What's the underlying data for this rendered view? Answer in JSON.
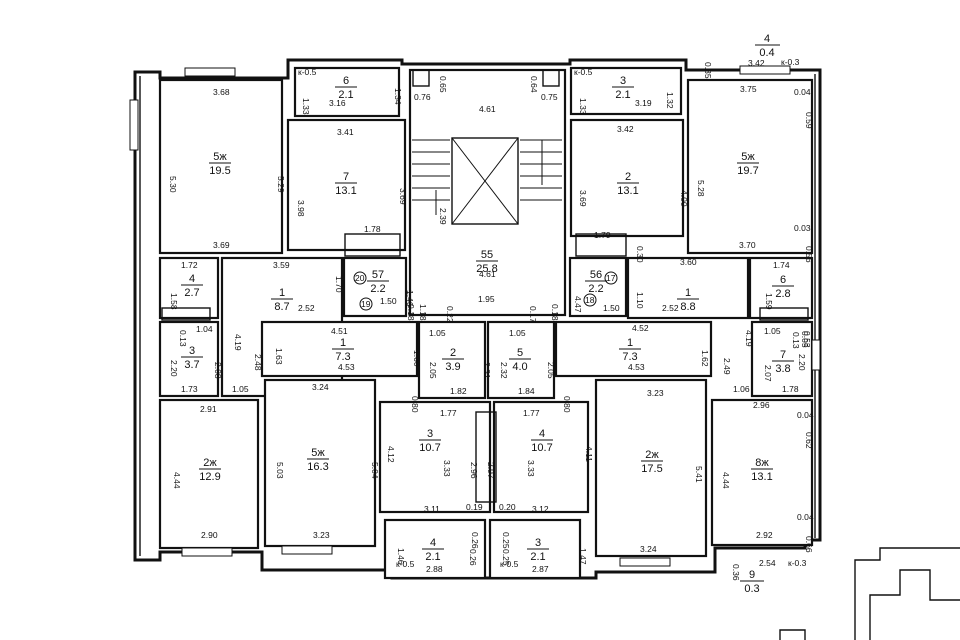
{
  "top_note": {
    "number": "4",
    "area": "0.4"
  },
  "bottom_note": {
    "number": "9",
    "area": "0.3"
  },
  "rooms": [
    {
      "id": "r-5zh-tl",
      "number": "5ж",
      "area": "19.5"
    },
    {
      "id": "r-6-tl",
      "number": "6",
      "area": "2.1"
    },
    {
      "id": "r-7-tl",
      "number": "7",
      "area": "13.1"
    },
    {
      "id": "r-55",
      "number": "55",
      "area": "25.8"
    },
    {
      "id": "r-3-tr",
      "number": "3",
      "area": "2.1"
    },
    {
      "id": "r-2-tr",
      "number": "2",
      "area": "13.1"
    },
    {
      "id": "r-5zh-tr",
      "number": "5ж",
      "area": "19.7"
    },
    {
      "id": "r-57",
      "number": "57",
      "area": "2.2"
    },
    {
      "id": "r-56",
      "number": "56",
      "area": "2.2"
    },
    {
      "id": "r-4-l",
      "number": "4",
      "area": "2.7"
    },
    {
      "id": "r-1-l",
      "number": "1",
      "area": "8.7"
    },
    {
      "id": "r-1-r",
      "number": "1",
      "area": "8.8"
    },
    {
      "id": "r-6-r",
      "number": "6",
      "area": "2.8"
    },
    {
      "id": "r-3-l",
      "number": "3",
      "area": "3.7"
    },
    {
      "id": "r-1-cl",
      "number": "1",
      "area": "7.3"
    },
    {
      "id": "r-2-c",
      "number": "2",
      "area": "3.9"
    },
    {
      "id": "r-5-c",
      "number": "5",
      "area": "4.0"
    },
    {
      "id": "r-1-cr",
      "number": "1",
      "area": "7.3"
    },
    {
      "id": "r-7-r",
      "number": "7",
      "area": "3.8"
    },
    {
      "id": "r-2zh-bl",
      "number": "2ж",
      "area": "12.9"
    },
    {
      "id": "r-5zh-bl",
      "number": "5ж",
      "area": "16.3"
    },
    {
      "id": "r-3-bc",
      "number": "3",
      "area": "10.7"
    },
    {
      "id": "r-4-bc",
      "number": "4",
      "area": "10.7"
    },
    {
      "id": "r-2zh-br",
      "number": "2ж",
      "area": "17.5"
    },
    {
      "id": "r-8zh-br",
      "number": "8ж",
      "area": "13.1"
    },
    {
      "id": "r-4-bal",
      "number": "4",
      "area": "2.1"
    },
    {
      "id": "r-3-bal",
      "number": "3",
      "area": "2.1"
    }
  ],
  "dimensions": {
    "d1": "3.68",
    "d2": "5.30",
    "d3": "5.29",
    "d4": "3.69",
    "d5": "к-0.5",
    "d6": "1.33",
    "d7": "3.16",
    "d8": "1.34",
    "d9": "3.41",
    "d10": "3.98",
    "d11": "3.69",
    "d12": "1.78",
    "d13": "0.65",
    "d14": "0.64",
    "d15": "0.76",
    "d16": "0.75",
    "d17": "4.61",
    "d18": "4.61",
    "d19": "2.39",
    "d20": "к-0.5",
    "d21": "1.33",
    "d22": "3.19",
    "d23": "1.32",
    "d24": "3.42",
    "d25": "3.69",
    "d26": "4.00",
    "d27": "1.79",
    "d28": "0.30",
    "d29": "0.35",
    "d30": "3.42",
    "d31": "к-0.3",
    "d32": "3.75",
    "d33": "0.04",
    "d34": "0.59",
    "d35": "5.28",
    "d36": "0.03",
    "d37": "0.56",
    "d38": "3.70",
    "d39": "1.72",
    "d40": "3.59",
    "d41": "1.70",
    "d42": "1.58",
    "d43": "1.46",
    "d44": "2.52",
    "d45": "1.50",
    "d46": "0.18",
    "d47": "1.18",
    "d48": "0.22",
    "d49": "1.95",
    "d50": "0.17",
    "d51": "0.18",
    "d52": "4.47",
    "d53": "1.10",
    "d54": "3.60",
    "d55": "1.74",
    "d56": "1.59",
    "d57": "2.52",
    "d58": "1.50",
    "d59": "0.13",
    "d60": "1.04",
    "d61": "4.19",
    "d62": "4.51",
    "d63": "1.05",
    "d64": "1.05",
    "d65": "4.52",
    "d66": "1.05",
    "d67": "0.13",
    "d68": "0.05",
    "d69": "4.19",
    "d70": "2.20",
    "d71": "2.08",
    "d72": "2.48",
    "d73": "1.63",
    "d74": "1.60",
    "d75": "4.53",
    "d76": "2.05",
    "d77": "2.31",
    "d78": "2.32",
    "d79": "2.05",
    "d80": "4.53",
    "d81": "1.62",
    "d82": "2.49",
    "d83": "2.07",
    "d84": "2.20",
    "d85": "0.53",
    "d86": "1.73",
    "d87": "1.05",
    "d88": "1.82",
    "d89": "1.84",
    "d90": "1.06",
    "d91": "1.78",
    "d92": "3.24",
    "d93": "0.80",
    "d94": "0.80",
    "d95": "3.23",
    "d96": "2.91",
    "d97": "1.77",
    "d98": "1.77",
    "d99": "2.96",
    "d100": "0.04",
    "d101": "0.62",
    "d102": "4.12",
    "d103": "3.33",
    "d104": "2.96",
    "d105": "2.97",
    "d106": "3.33",
    "d107": "4.11",
    "d108": "4.44",
    "d109": "5.03",
    "d110": "5.04",
    "d111": "5.41",
    "d112": "4.44",
    "d113": "0.19",
    "d114": "0.20",
    "d115": "3.11",
    "d116": "3.12",
    "d117": "0.04",
    "d118": "0.66",
    "d119": "2.90",
    "d120": "3.23",
    "d121": "1.46",
    "d122": "0.26",
    "d123": "0.25",
    "d124": "1.47",
    "d125": "3.24",
    "d126": "2.92",
    "d127": "0.36",
    "d128": "2.54",
    "d129": "к-0.3",
    "d130": "к-0.5",
    "d131": "2.88",
    "d132": "к-0.5",
    "d133": "2.87",
    "d134": "0.26",
    "d135": "0.25"
  },
  "marker_labels": {
    "m1": "20",
    "m2": "19",
    "m3": "17",
    "m4": "18"
  }
}
